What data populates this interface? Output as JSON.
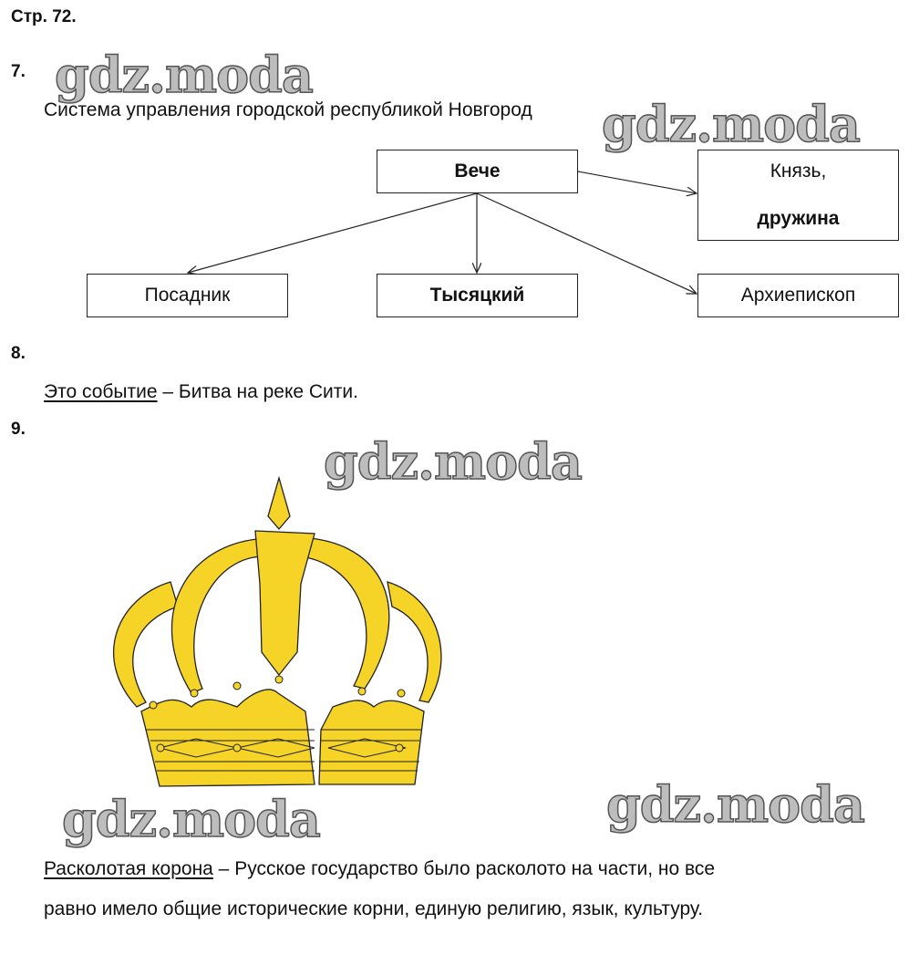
{
  "page_label": "Стр. 72.",
  "watermark": "gdz.moda",
  "task7": {
    "number": "7.",
    "title": "Система управления городской республикой Новгород",
    "diagram": {
      "veche": "Вече",
      "knyaz_line1": "Князь,",
      "knyaz_line2": "дружина",
      "posadnik": "Посадник",
      "tysyatsky": "Тысяцкий",
      "archbishop": "Архиепископ"
    }
  },
  "task8": {
    "number": "8.",
    "label": "Это событие",
    "text": " – Битва на реке Сити."
  },
  "task9": {
    "number": "9.",
    "image": "broken-crown",
    "label": "Расколотая корона",
    "text_line1": " – Русское государство было расколото на части, но все",
    "text_line2": "равно имело общие исторические корни, единую религию, язык, культуру."
  },
  "colors": {
    "crown": "#f5d327",
    "crown_shade": "#e8b526",
    "watermark": "#bdbdbd"
  }
}
